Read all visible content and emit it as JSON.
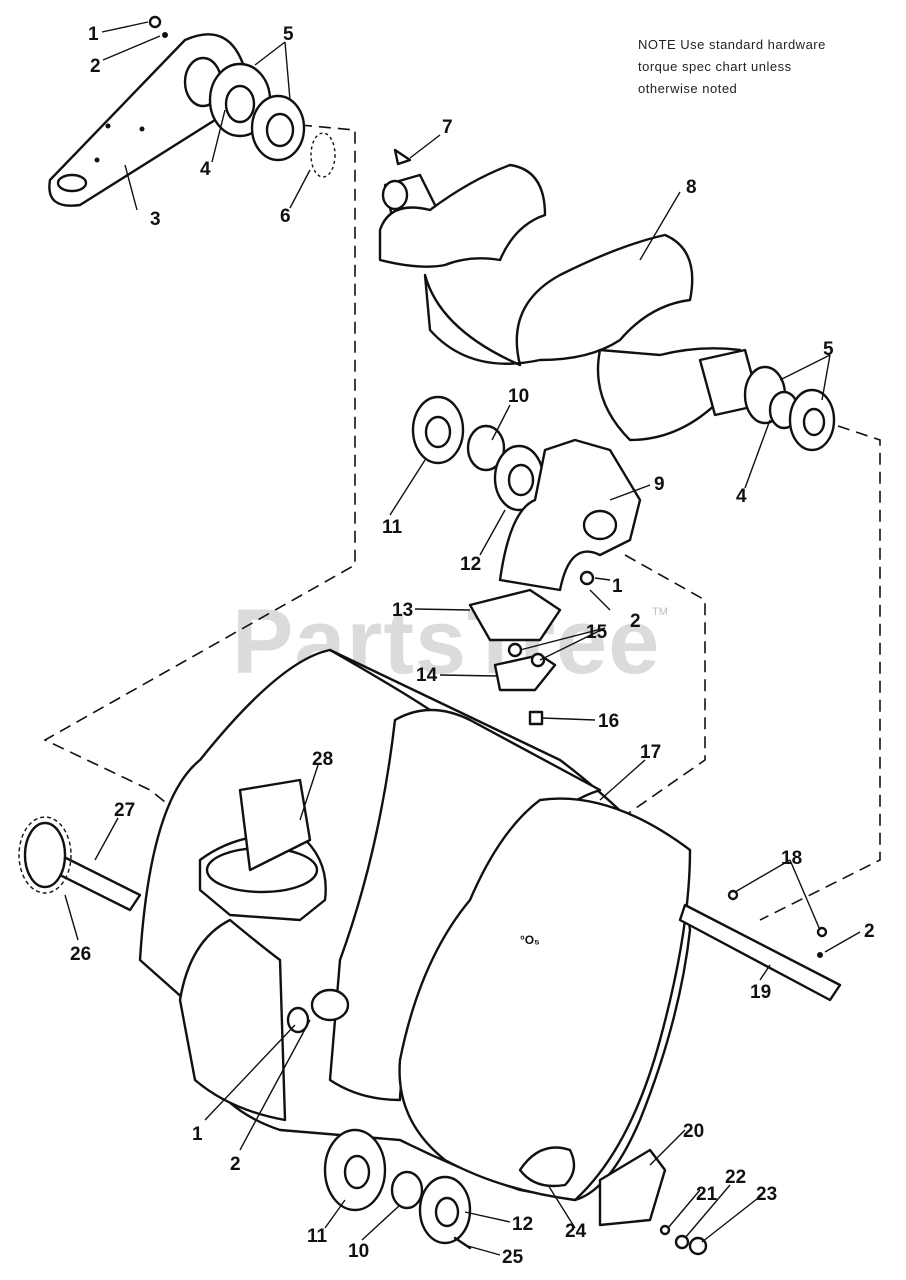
{
  "note": {
    "lines": [
      "NOTE  Use standard hardware",
      "torque spec  chart unless",
      "otherwise noted"
    ]
  },
  "watermark": {
    "text": "PartsTree",
    "tm": "TM"
  },
  "callouts": [
    {
      "id": "c1a",
      "text": "1"
    },
    {
      "id": "c2a",
      "text": "2"
    },
    {
      "id": "c3",
      "text": "3"
    },
    {
      "id": "c4a",
      "text": "4"
    },
    {
      "id": "c5a",
      "text": "5"
    },
    {
      "id": "c6",
      "text": "6"
    },
    {
      "id": "c7",
      "text": "7"
    },
    {
      "id": "c8",
      "text": "8"
    },
    {
      "id": "c5b",
      "text": "5"
    },
    {
      "id": "c10a",
      "text": "10"
    },
    {
      "id": "c9",
      "text": "9"
    },
    {
      "id": "c11a",
      "text": "11"
    },
    {
      "id": "c4b",
      "text": "4"
    },
    {
      "id": "c12a",
      "text": "12"
    },
    {
      "id": "c1b",
      "text": "1"
    },
    {
      "id": "c2b",
      "text": "2"
    },
    {
      "id": "c13",
      "text": "13"
    },
    {
      "id": "c15",
      "text": "15"
    },
    {
      "id": "c14",
      "text": "14"
    },
    {
      "id": "c16",
      "text": "16"
    },
    {
      "id": "c28",
      "text": "28"
    },
    {
      "id": "c17",
      "text": "17"
    },
    {
      "id": "c27",
      "text": "27"
    },
    {
      "id": "c18",
      "text": "18"
    },
    {
      "id": "c2c",
      "text": "2"
    },
    {
      "id": "c26",
      "text": "26"
    },
    {
      "id": "c19",
      "text": "19"
    },
    {
      "id": "c1c",
      "text": "1"
    },
    {
      "id": "c2d",
      "text": "2"
    },
    {
      "id": "c20",
      "text": "20"
    },
    {
      "id": "c21",
      "text": "21"
    },
    {
      "id": "c22",
      "text": "22"
    },
    {
      "id": "c23",
      "text": "23"
    },
    {
      "id": "c11b",
      "text": "11"
    },
    {
      "id": "c10b",
      "text": "10"
    },
    {
      "id": "c12b",
      "text": "12"
    },
    {
      "id": "c24",
      "text": "24"
    },
    {
      "id": "c25",
      "text": "25"
    }
  ]
}
